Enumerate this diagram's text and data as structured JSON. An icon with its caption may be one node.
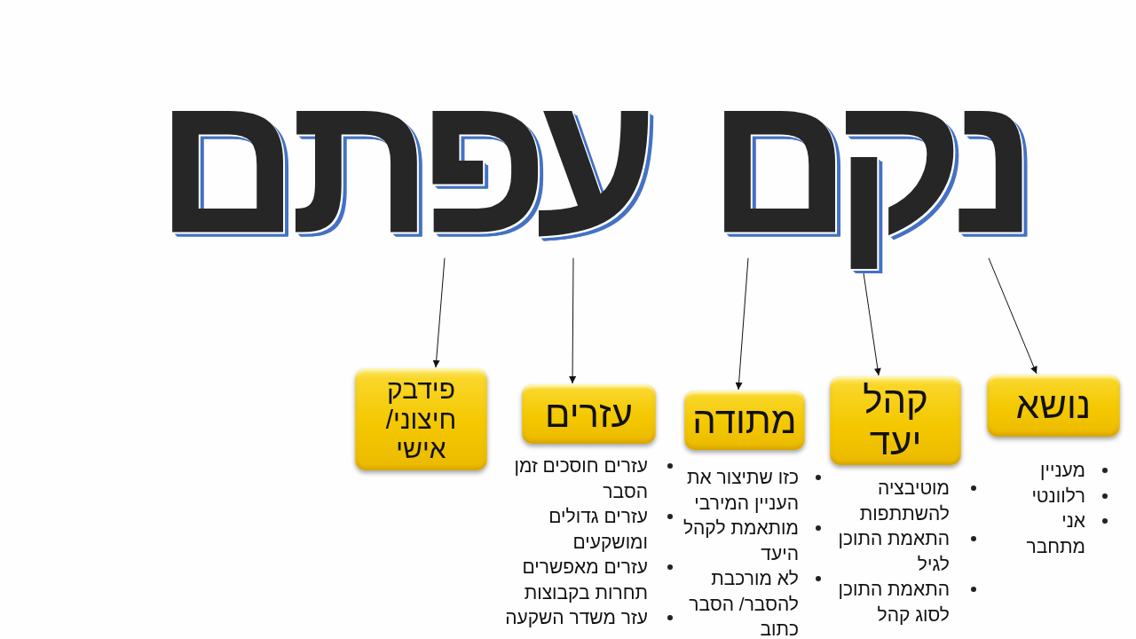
{
  "diagram": {
    "nodes": [
      {
        "text": [
          "נ"
        ]
      },
      {
        "text": [
          "ק"
        ]
      },
      {
        "text": [
          "ם"
        ]
      },
      {
        "text": [
          "ע"
        ]
      },
      {
        "text": [
          "פ"
        ]
      },
      {
        "text": [
          "נושא"
        ],
        "beside": [
          "מעניין",
          "רלוונטי",
          "אני מתחבר"
        ]
      },
      {
        "text": [
          "קהל יעד"
        ],
        "beside": [
          "מוטיבציה להשתתפות",
          "התאמת התוכן לגיל",
          "התאמת התוכן לסוג קהל"
        ]
      },
      {
        "text": [
          "מתודה"
        ],
        "beside": [
          "כזו שתיצור את העניין המירבי",
          "מותאמת לקהל היעד",
          "לא מורכבת להסבר/ הסבר כתוב"
        ]
      },
      {
        "text": [
          "עזרים"
        ],
        "beside": [
          "עזרים חוסכים זמן הסבר",
          "עזרים גדולים ומושקעים",
          "עזרים מאפשרים תחרות בקבוצות",
          "עזר משדר השקעה"
        ]
      },
      {
        "text": [
          "פידבק חיצוני/ אישי"
        ]
      }
    ],
    "edges": [
      {
        "from": 0,
        "to": 5,
        "arrow": "to"
      },
      {
        "from": 1,
        "to": 6,
        "arrow": "to"
      },
      {
        "from": 2,
        "to": 7,
        "arrow": "to"
      },
      {
        "from": 3,
        "to": 8,
        "arrow": "to"
      },
      {
        "from": 4,
        "to": 9,
        "arrow": "to"
      }
    ],
    "labels": [
      "ת",
      "ם"
    ]
  }
}
